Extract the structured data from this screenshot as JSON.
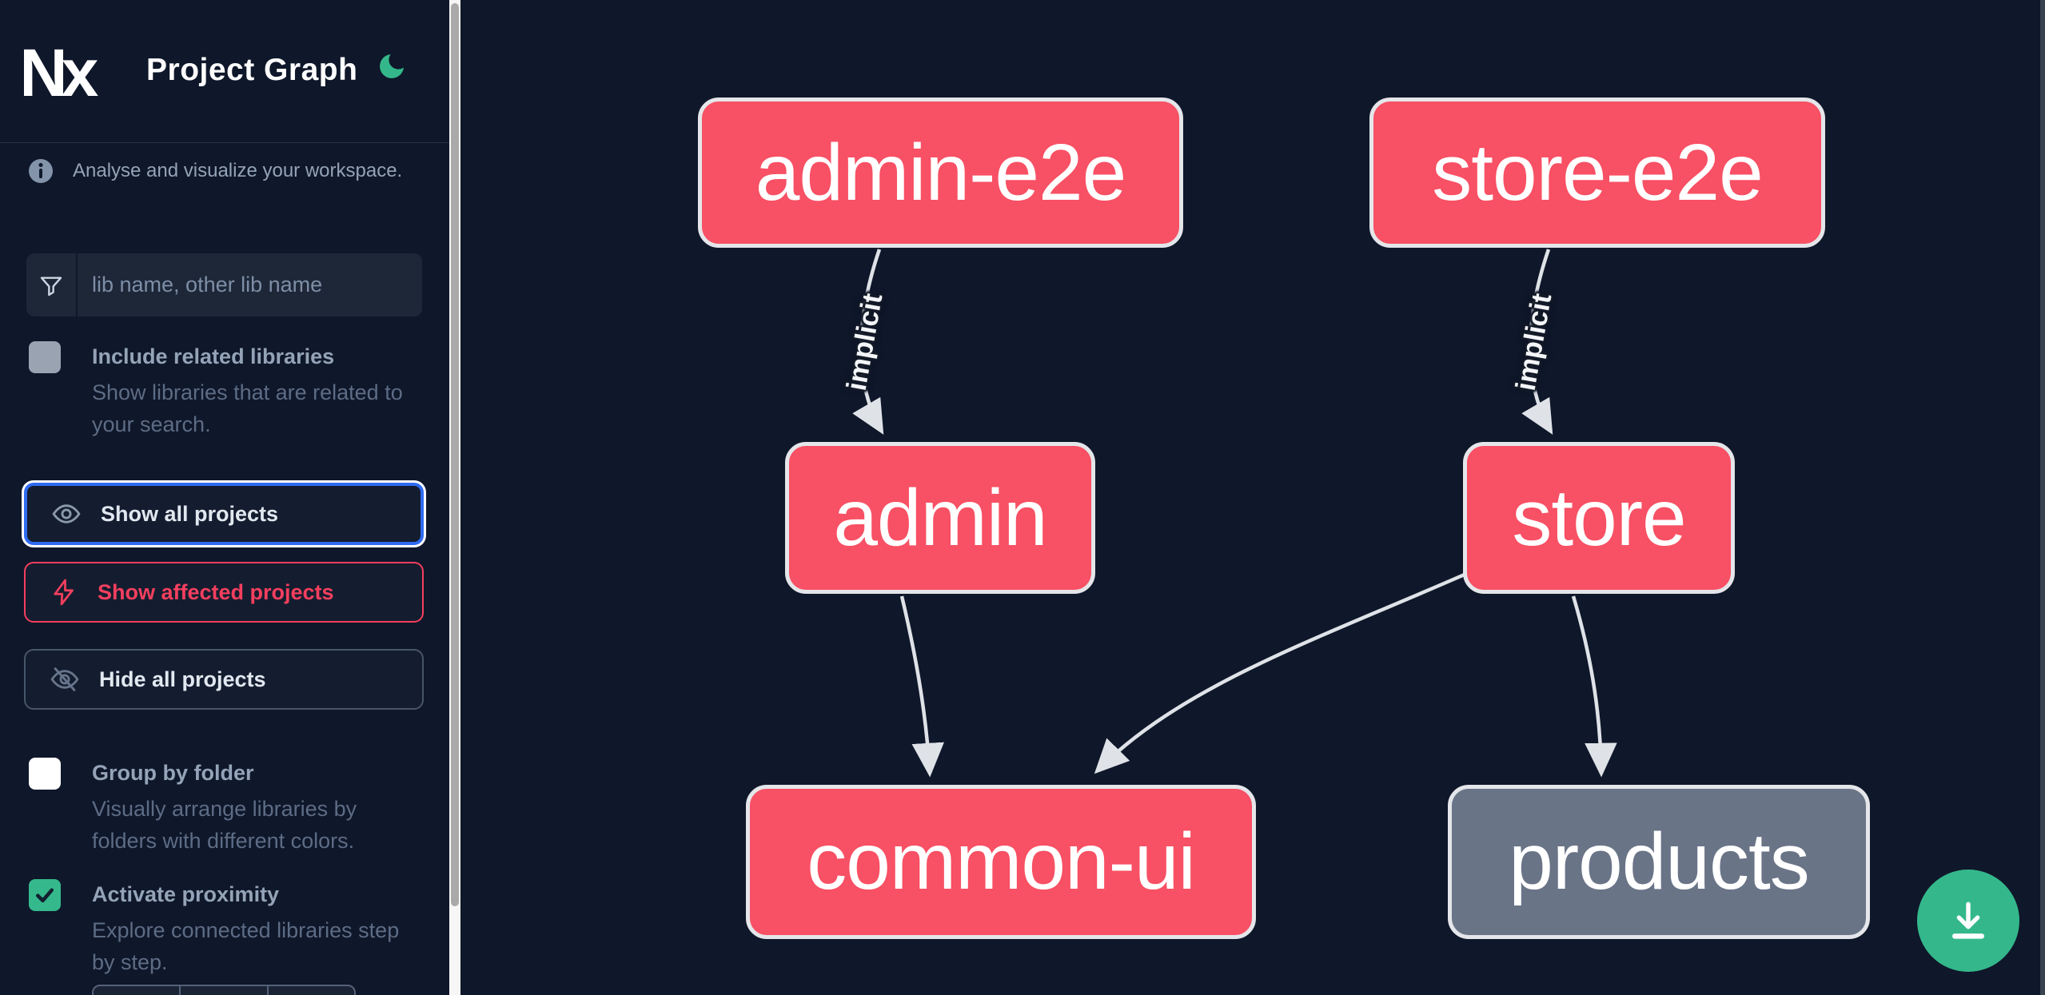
{
  "header": {
    "logo": "Nx",
    "title": "Project Graph",
    "theme_icon": "moon-icon"
  },
  "sidebar": {
    "tagline": "Analyse and visualize your workspace.",
    "search": {
      "placeholder": "lib name, other lib name",
      "value": "",
      "icon": "funnel-filter-icon"
    },
    "toggles": [
      {
        "label": "Include related libraries",
        "description": "Show libraries that are related to your search.",
        "checked": false
      },
      {
        "label": "Group by folder",
        "description": "Visually arrange libraries by folders with different colors.",
        "checked": false
      },
      {
        "label": "Activate proximity",
        "description": "Explore connected libraries step by step.",
        "checked": true
      }
    ],
    "buttons": [
      {
        "label": "Show all projects",
        "icon": "eye-icon",
        "state": "focused"
      },
      {
        "label": "Show affected projects",
        "icon": "lightning-bolt-icon",
        "state": "affected"
      },
      {
        "label": "Hide all projects",
        "icon": "eye-off-icon",
        "state": "default"
      }
    ]
  },
  "graph": {
    "nodes": [
      {
        "id": "admin-e2e",
        "label": "admin-e2e",
        "type": "affected"
      },
      {
        "id": "store-e2e",
        "label": "store-e2e",
        "type": "affected"
      },
      {
        "id": "admin",
        "label": "admin",
        "type": "affected"
      },
      {
        "id": "store",
        "label": "store",
        "type": "affected"
      },
      {
        "id": "common-ui",
        "label": "common-ui",
        "type": "affected"
      },
      {
        "id": "products",
        "label": "products",
        "type": "plain"
      }
    ],
    "edges": [
      {
        "from": "admin-e2e",
        "to": "admin",
        "label": "implicit"
      },
      {
        "from": "store-e2e",
        "to": "store",
        "label": "implicit"
      },
      {
        "from": "admin",
        "to": "common-ui",
        "label": ""
      },
      {
        "from": "store",
        "to": "common-ui",
        "label": ""
      },
      {
        "from": "store",
        "to": "products",
        "label": ""
      }
    ]
  },
  "fab": {
    "icon": "download-icon"
  },
  "colors": {
    "background": "#0f172a",
    "node_affected": "#f85064",
    "node_plain": "#6a7487",
    "node_border": "#e4e6ea",
    "edge": "#dfe3e8",
    "accent_green": "#34b88b",
    "focus_blue": "#2f6bf2",
    "affected_red": "#f43f5e",
    "muted_text": "#94a3b8"
  }
}
